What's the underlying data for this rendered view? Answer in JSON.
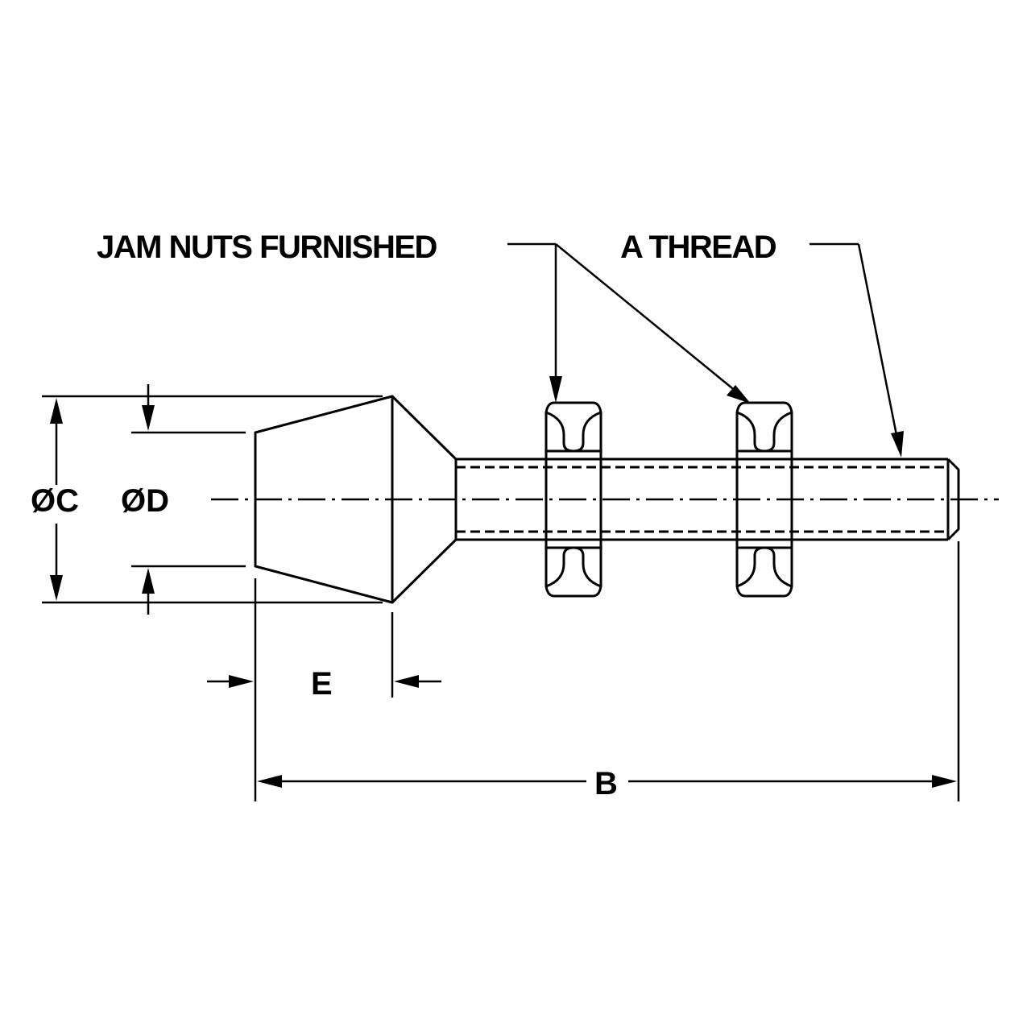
{
  "labels": {
    "jam_nuts": "JAM NUTS FURNISHED",
    "thread": "A THREAD",
    "dia_c": "ØC",
    "dia_d": "ØD",
    "dim_e": "E",
    "dim_b": "B"
  },
  "colors": {
    "line": "#000000",
    "background": "#ffffff"
  }
}
